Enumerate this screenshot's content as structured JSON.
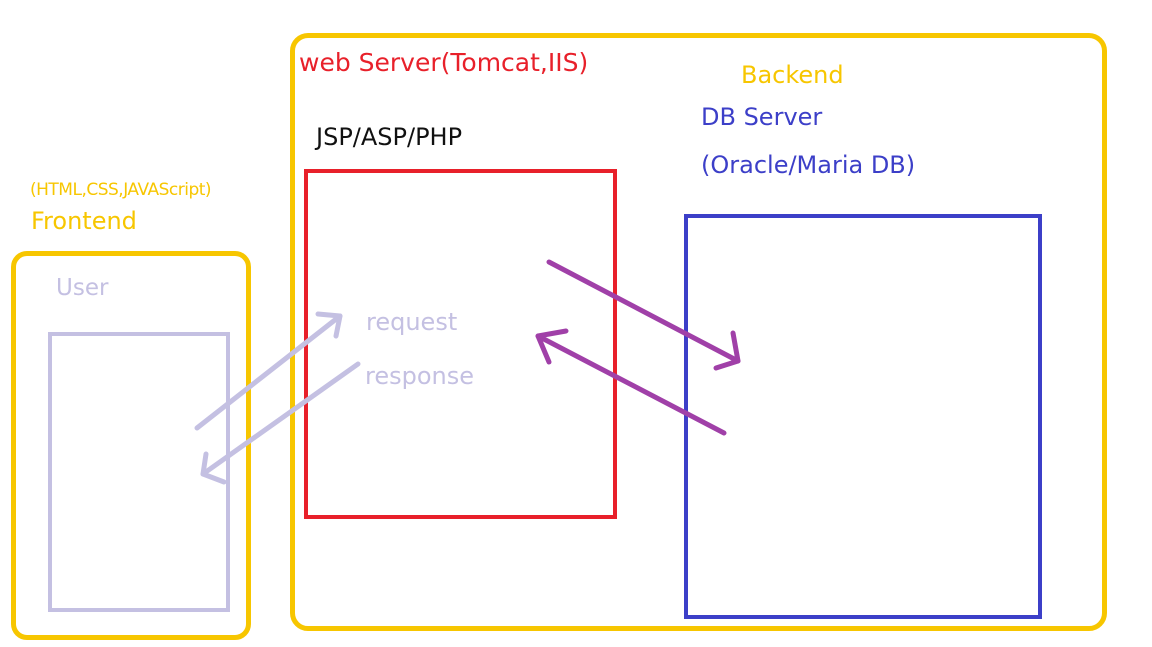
{
  "labels": {
    "web_server": "web Server(Tomcat,IIS)",
    "backend": "Backend",
    "db_server": "DB Server",
    "db_products": "(Oracle/Maria DB)",
    "jsp_asp_php": "JSP/ASP/PHP",
    "frontend_tech": "(HTML,CSS,JAVAScript)",
    "frontend": "Frontend",
    "user": "User",
    "request": "request",
    "response": "response"
  },
  "colors": {
    "yellow": "#f7c600",
    "red": "#e8202a",
    "blue": "#3c3fc8",
    "lavender": "#c4c0e2",
    "purple": "#a040a8",
    "black": "#111111"
  }
}
